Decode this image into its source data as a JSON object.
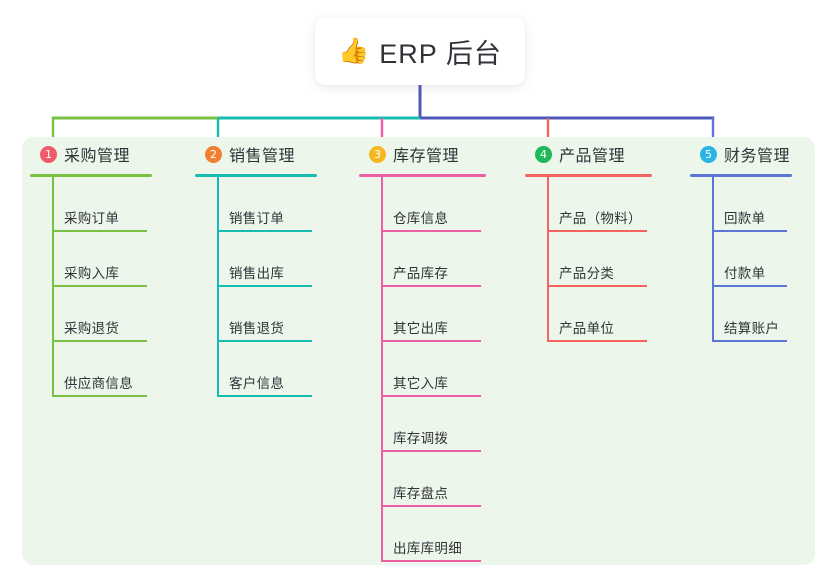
{
  "root": {
    "icon": "thumbs-up-icon",
    "emoji": "👍",
    "title": "ERP 后台"
  },
  "palette": {
    "panel_background": "#edf6ea",
    "page_background": "#ffffff",
    "card_background": "#ffffff",
    "title_text": "#2f3338",
    "trunk_line": "#4e58b8"
  },
  "columns": [
    {
      "index": "1",
      "title": "采购管理",
      "badge_color": "#ef5b6b",
      "line_color": "#7ac143",
      "items": [
        {
          "label": "采购订单"
        },
        {
          "label": "采购入库"
        },
        {
          "label": "采购退货"
        },
        {
          "label": "供应商信息"
        }
      ]
    },
    {
      "index": "2",
      "title": "销售管理",
      "badge_color": "#f0802f",
      "line_color": "#16bcad",
      "items": [
        {
          "label": "销售订单"
        },
        {
          "label": "销售出库"
        },
        {
          "label": "销售退货"
        },
        {
          "label": "客户信息"
        }
      ]
    },
    {
      "index": "3",
      "title": "库存管理",
      "badge_color": "#f5b820",
      "line_color": "#ec5fa5",
      "items": [
        {
          "label": "仓库信息"
        },
        {
          "label": "产品库存"
        },
        {
          "label": "其它出库"
        },
        {
          "label": "其它入库"
        },
        {
          "label": "库存调拨"
        },
        {
          "label": "库存盘点"
        },
        {
          "label": "出库库明细"
        }
      ]
    },
    {
      "index": "4",
      "title": "产品管理",
      "badge_color": "#1fb85a",
      "line_color": "#f4635e",
      "items": [
        {
          "label": "产品（物料）"
        },
        {
          "label": "产品分类"
        },
        {
          "label": "产品单位"
        }
      ]
    },
    {
      "index": "5",
      "title": "财务管理",
      "badge_color": "#2bb3e3",
      "line_color": "#5b76d6",
      "items": [
        {
          "label": "回款单"
        },
        {
          "label": "付款单"
        },
        {
          "label": "结算账户"
        }
      ]
    }
  ]
}
